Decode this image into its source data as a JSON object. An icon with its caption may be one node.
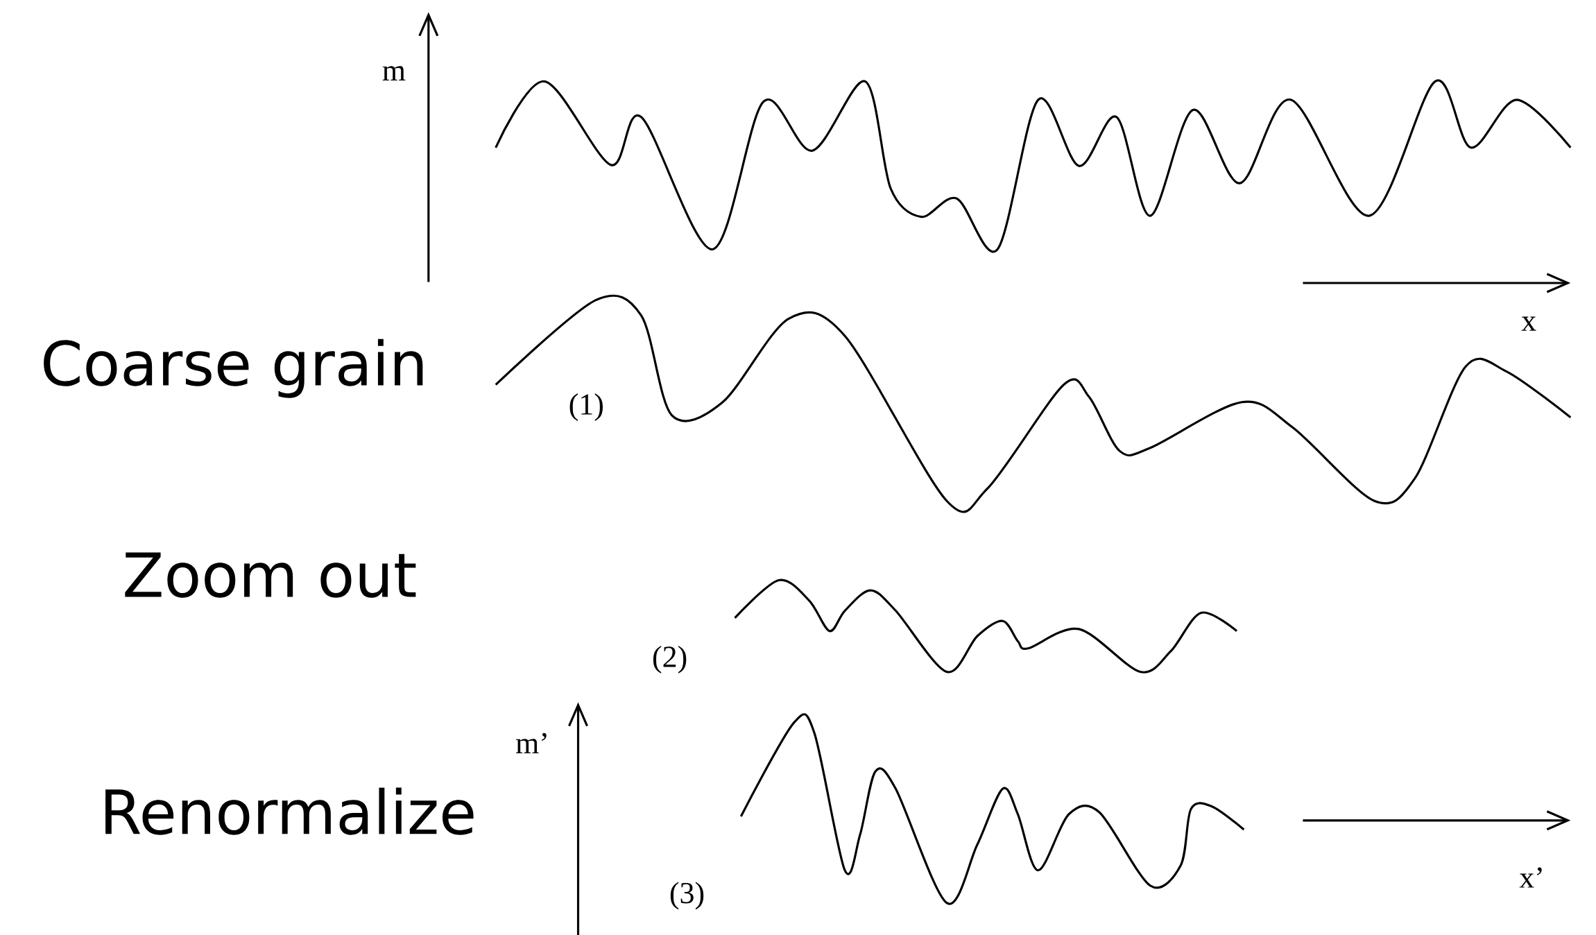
{
  "diagram": {
    "labels": [
      "m",
      "x",
      "Coarse grain",
      "(1)",
      "Zoom out",
      "(2)",
      "m’",
      "Renormalize",
      "x’",
      "(3)"
    ]
  }
}
